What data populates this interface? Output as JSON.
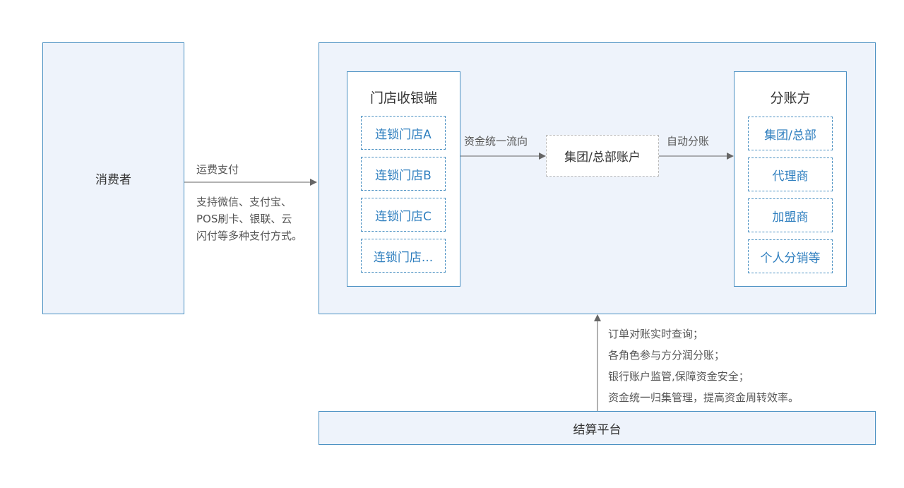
{
  "consumer": {
    "label": "消费者"
  },
  "payment": {
    "label": "运费支付",
    "description": [
      "支持微信、支付宝、",
      "POS刷卡、银联、云",
      "闪付等多种支付方式。"
    ]
  },
  "cashier": {
    "title": "门店收银端",
    "stores": [
      "连锁门店A",
      "连锁门店B",
      "连锁门店C",
      "连锁门店..."
    ]
  },
  "flow_label": "资金统一流向",
  "group_account": "集团/总部账户",
  "auto_split_label": "自动分账",
  "split_party": {
    "title": "分账方",
    "items": [
      "集团/总部",
      "代理商",
      "加盟商",
      "个人分销等"
    ]
  },
  "platform_features": [
    "订单对账实时查询；",
    "各角色参与方分润分账；",
    "银行账户监管,保障资金安全；",
    "资金统一归集管理，提高资金周转效率。"
  ],
  "settlement_platform": "结算平台",
  "colors": {
    "border": "#4a90c2",
    "panel_fill": "#eef3fb",
    "accent_text": "#2f7fbf",
    "arrow": "#666666"
  }
}
